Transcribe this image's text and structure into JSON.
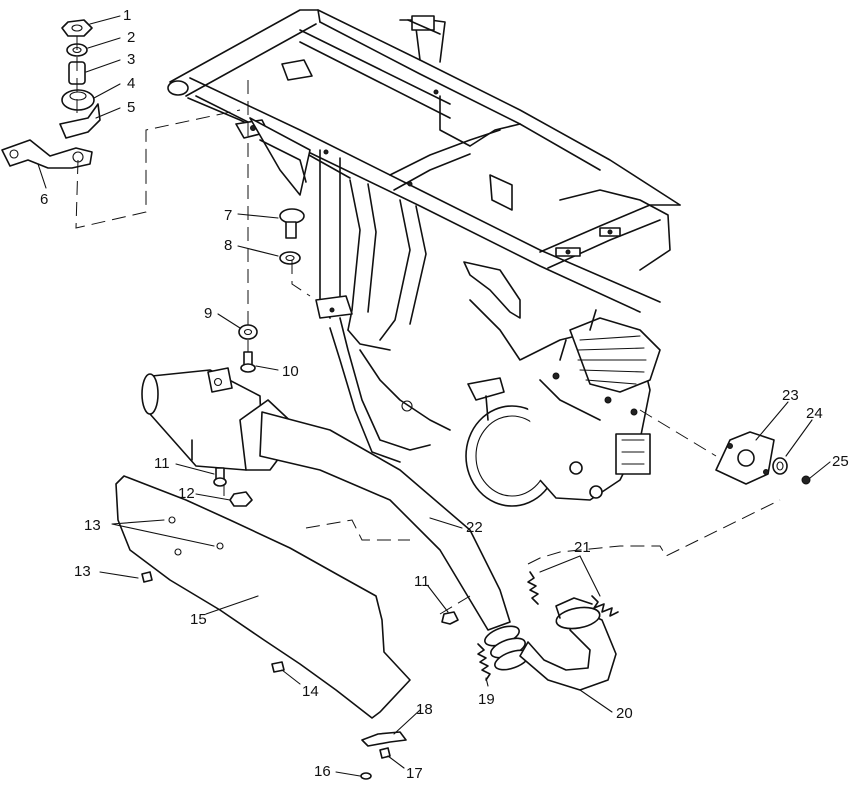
{
  "callouts": [
    {
      "id": "c1",
      "text": "1"
    },
    {
      "id": "c2",
      "text": "2"
    },
    {
      "id": "c3",
      "text": "3"
    },
    {
      "id": "c4",
      "text": "4"
    },
    {
      "id": "c5",
      "text": "5"
    },
    {
      "id": "c6",
      "text": "6"
    },
    {
      "id": "c7",
      "text": "7"
    },
    {
      "id": "c8",
      "text": "8"
    },
    {
      "id": "c9",
      "text": "9"
    },
    {
      "id": "c10",
      "text": "10"
    },
    {
      "id": "c11a",
      "text": "11"
    },
    {
      "id": "c11b",
      "text": "11"
    },
    {
      "id": "c12",
      "text": "12"
    },
    {
      "id": "c13a",
      "text": "13"
    },
    {
      "id": "c13b",
      "text": "13"
    },
    {
      "id": "c14",
      "text": "14"
    },
    {
      "id": "c15",
      "text": "15"
    },
    {
      "id": "c16",
      "text": "16"
    },
    {
      "id": "c17",
      "text": "17"
    },
    {
      "id": "c18",
      "text": "18"
    },
    {
      "id": "c19",
      "text": "19"
    },
    {
      "id": "c20",
      "text": "20"
    },
    {
      "id": "c21",
      "text": "21"
    },
    {
      "id": "c22",
      "text": "22"
    },
    {
      "id": "c23",
      "text": "23"
    },
    {
      "id": "c24",
      "text": "24"
    },
    {
      "id": "c25",
      "text": "25"
    }
  ]
}
